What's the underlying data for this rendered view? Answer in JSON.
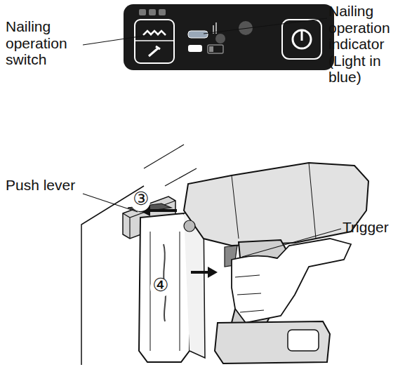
{
  "diagram": {
    "labels": [
      "Nailing operation switch",
      "Nailing operation indicator (Light in blue)",
      "Push lever",
      "③",
      "Trigger",
      "④"
    ]
  }
}
